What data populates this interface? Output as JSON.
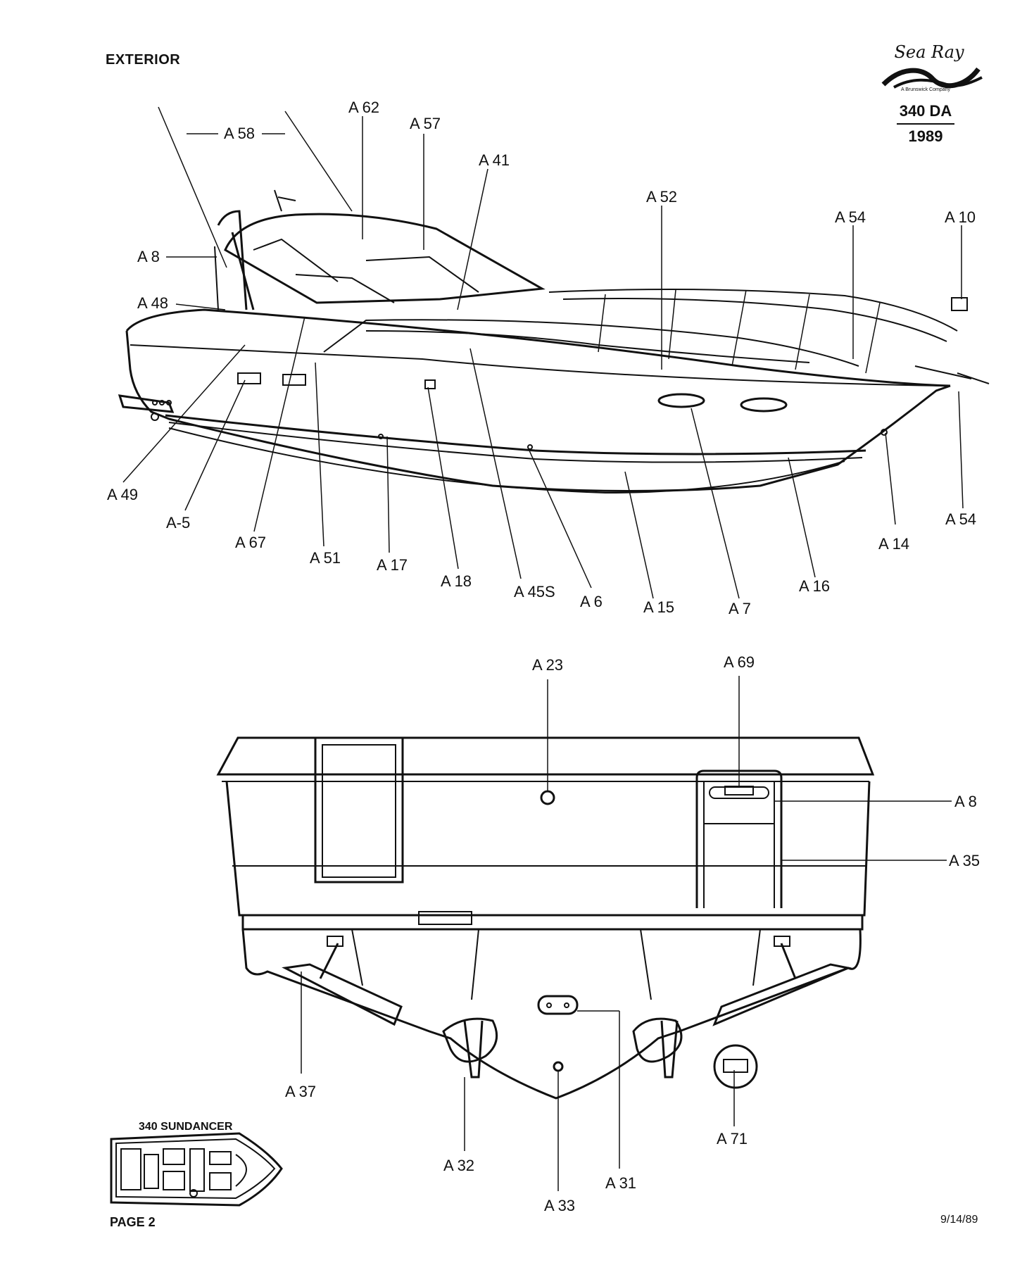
{
  "header": {
    "section_title": "EXTERIOR",
    "brand_script": "Sea Ray",
    "brand_sub": "A Brunswick Company",
    "model": "340 DA",
    "year": "1989"
  },
  "footer": {
    "page": "PAGE 2",
    "date": "9/14/89"
  },
  "inset": {
    "title": "340 SUNDANCER"
  },
  "side_view_callouts": [
    "A 58",
    "A 62",
    "A 57",
    "A 41",
    "A 52",
    "A 54",
    "A 10",
    "A 8",
    "A 48",
    "A 49",
    "A-5",
    "A 67",
    "A 51",
    "A 17",
    "A 18",
    "A 45S",
    "A 6",
    "A 15",
    "A 7",
    "A 16",
    "A 14",
    "A 54"
  ],
  "rear_view_callouts": [
    "A 23",
    "A 69",
    "A 8",
    "A 35",
    "A 37",
    "A 32",
    "A 33",
    "A 31",
    "A 71"
  ],
  "colors": {
    "ink": "#111111",
    "paper": "#ffffff"
  }
}
